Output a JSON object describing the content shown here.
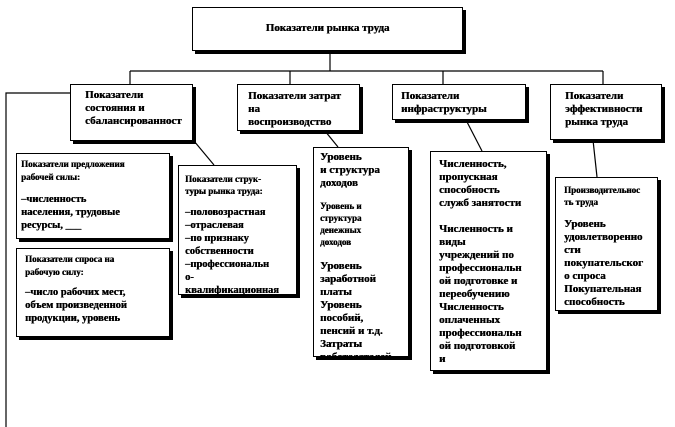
{
  "root": {
    "title": "Показатели  рынка  труда"
  },
  "categories": [
    {
      "label": "Показатели\nсостояния и\nсбалансированност"
    },
    {
      "label": "Показатели  затрат\nна\nвоспроизводство"
    },
    {
      "label": "Показатели\nинфраструктуры"
    },
    {
      "label": "Показатели\nэффективности\nрынка труда"
    }
  ],
  "state_boxes": {
    "supply": {
      "heading": "Показатели предложения\nрабочей силы:",
      "body": "–численность\nнаселения,         трудовые\nресурсы, ___"
    },
    "demand": {
      "heading": "Показатели спроса на\nрабочую силу:",
      "body": "–число рабочих мест,\nобъем произведенной\nпродукции, уровень"
    },
    "structure": {
      "heading": "Показатели струк-\nтуры рынка труда:",
      "body": "–половозрастная\n–отраслевая\n–по        признаку\nсобственности\n–профессиональн\nо-\nквалификационная"
    }
  },
  "costs_box": {
    "items": [
      {
        "text": "Уровень\nи структура\nдоходов"
      },
      {
        "text": "Уровень и\nструктура\nденежных\nдоходов"
      },
      {
        "text": "Уровень\nзаработной\nплаты"
      },
      {
        "text": "Уровень\nпособий,\nпенсий и т.д."
      },
      {
        "text": "Затраты\nработодателей"
      }
    ]
  },
  "infra_box": {
    "text": "Численность,\nпропускная\nспособность\nслужб занятости\n\nЧисленность и\nвиды\nучреждений по\nпрофессиональн\nой подготовке и\nпереобучению\nЧисленность\nоплаченных\nпрофессиональн\nой подготовкой\nи"
  },
  "efficiency_box": {
    "heading": "Производительнос\nть труда",
    "body": "Уровень\nудовлетворенно\nсти\nпокупательског\nо спроса\nПокупательная\nспособность"
  }
}
